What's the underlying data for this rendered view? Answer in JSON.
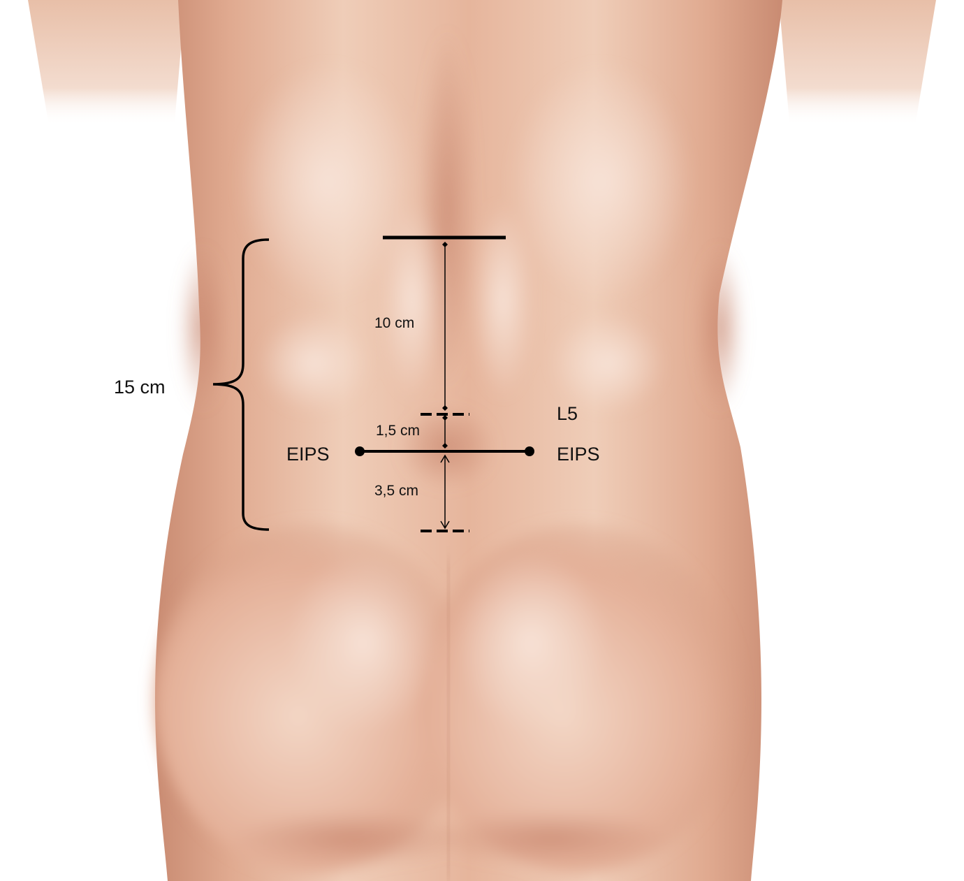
{
  "labels": {
    "total_length": "15 cm",
    "upper_segment": "10 cm",
    "middle_segment": "1,5 cm",
    "lower_segment": "3,5 cm",
    "vertebra": "L5",
    "landmark_left": "EIPS",
    "landmark_right": "EIPS"
  },
  "measurements_cm": {
    "total": 15,
    "upper": 10,
    "middle": 1.5,
    "lower": 3.5
  },
  "colors": {
    "skin_light": "#efcdb8",
    "skin_mid": "#e2ad94",
    "skin_shadow": "#c98b72",
    "marker": "#000000"
  }
}
